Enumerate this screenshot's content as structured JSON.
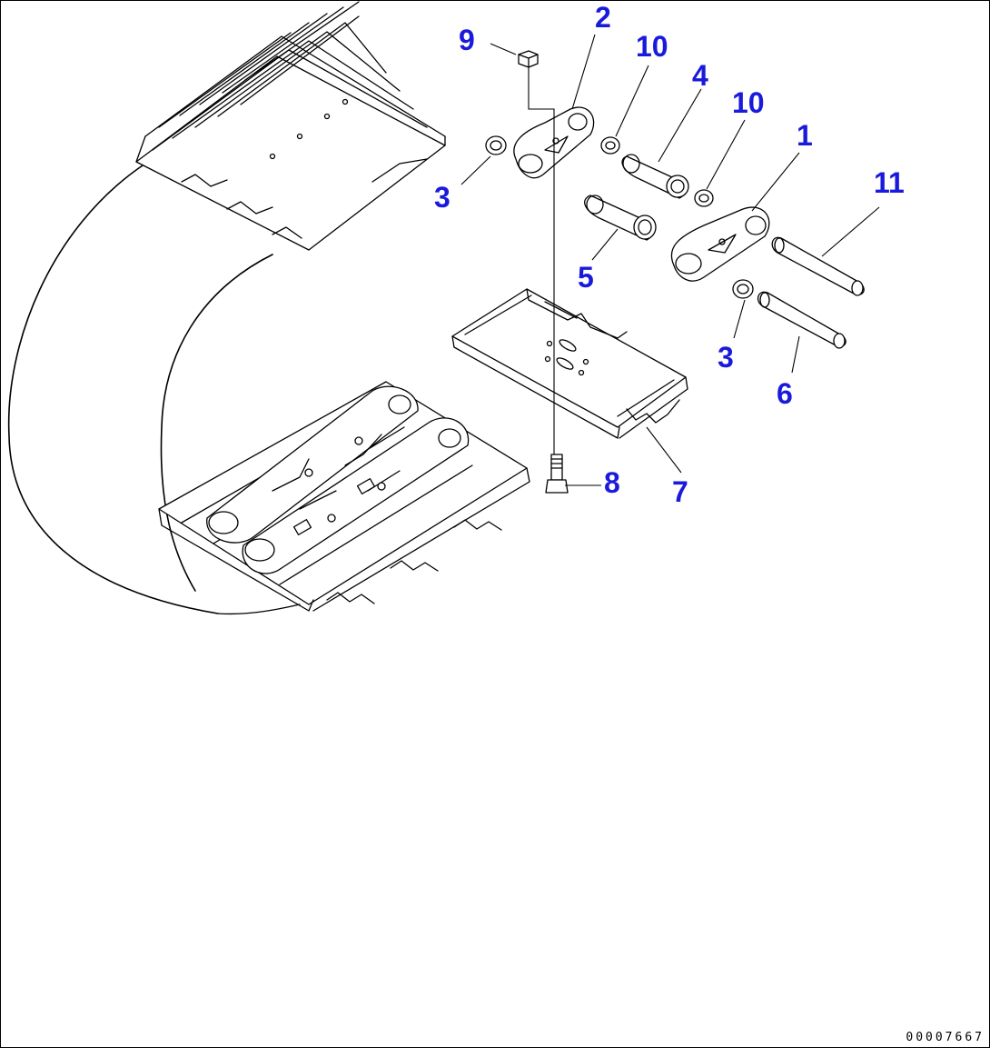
{
  "colors": {
    "callout": "#1a1adc",
    "line": "#000000",
    "background": "#ffffff"
  },
  "callouts": [
    {
      "id": "c2a",
      "label": "2"
    },
    {
      "id": "c9",
      "label": "9"
    },
    {
      "id": "c10a",
      "label": "10"
    },
    {
      "id": "c4",
      "label": "4"
    },
    {
      "id": "c10b",
      "label": "10"
    },
    {
      "id": "c1",
      "label": "1"
    },
    {
      "id": "c11",
      "label": "11"
    },
    {
      "id": "c3a",
      "label": "3"
    },
    {
      "id": "c5",
      "label": "5"
    },
    {
      "id": "c3b",
      "label": "3"
    },
    {
      "id": "c6",
      "label": "6"
    },
    {
      "id": "c8",
      "label": "8"
    },
    {
      "id": "c7",
      "label": "7"
    }
  ],
  "drawing_number": "00007667"
}
